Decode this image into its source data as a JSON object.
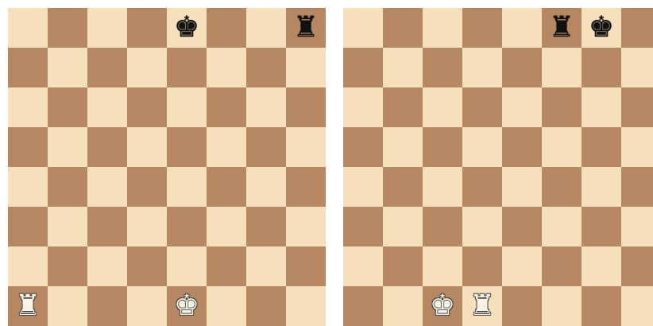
{
  "colors": {
    "light_square": "#f6dfbb",
    "dark_square": "#b58863",
    "page_background": "#ffffff"
  },
  "glyphs": {
    "king": "♚",
    "rook": "♜"
  },
  "boards": [
    {
      "id": "before-castling",
      "pieces": [
        {
          "square": "e8",
          "color": "black",
          "type": "king"
        },
        {
          "square": "h8",
          "color": "black",
          "type": "rook"
        },
        {
          "square": "a1",
          "color": "white",
          "type": "rook"
        },
        {
          "square": "e1",
          "color": "white",
          "type": "king"
        }
      ]
    },
    {
      "id": "after-castling",
      "pieces": [
        {
          "square": "f8",
          "color": "black",
          "type": "rook"
        },
        {
          "square": "g8",
          "color": "black",
          "type": "king"
        },
        {
          "square": "c1",
          "color": "white",
          "type": "king"
        },
        {
          "square": "d1",
          "color": "white",
          "type": "rook"
        }
      ]
    }
  ]
}
